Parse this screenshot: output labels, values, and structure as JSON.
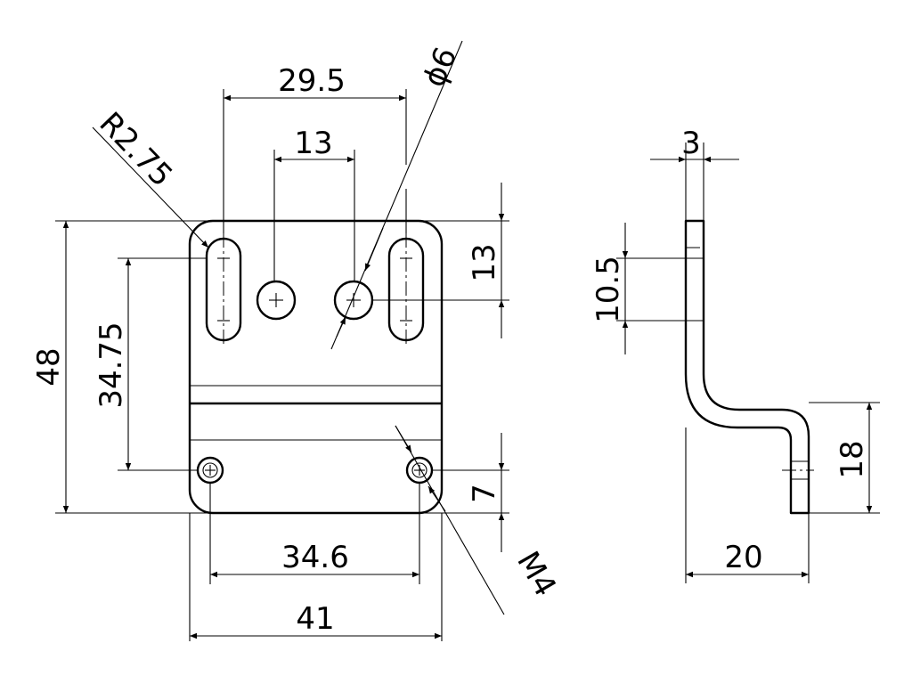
{
  "front_view": {
    "dimensions": {
      "slot_spacing": "29.5",
      "hole_spacing": "13",
      "hole_diameter": "ϕ6",
      "corner_radius": "R2.75",
      "hole_row_offset": "13",
      "overall_height": "48",
      "hole_to_bottom_holes": "34.75",
      "tapped_hole_offset": "7",
      "tapped_hole_spacing": "34.6",
      "overall_width": "41",
      "thread_callout": "M4"
    }
  },
  "side_view": {
    "dimensions": {
      "thickness": "3",
      "slot_length": "10.5",
      "offset_height": "18",
      "offset_depth": "20"
    }
  }
}
